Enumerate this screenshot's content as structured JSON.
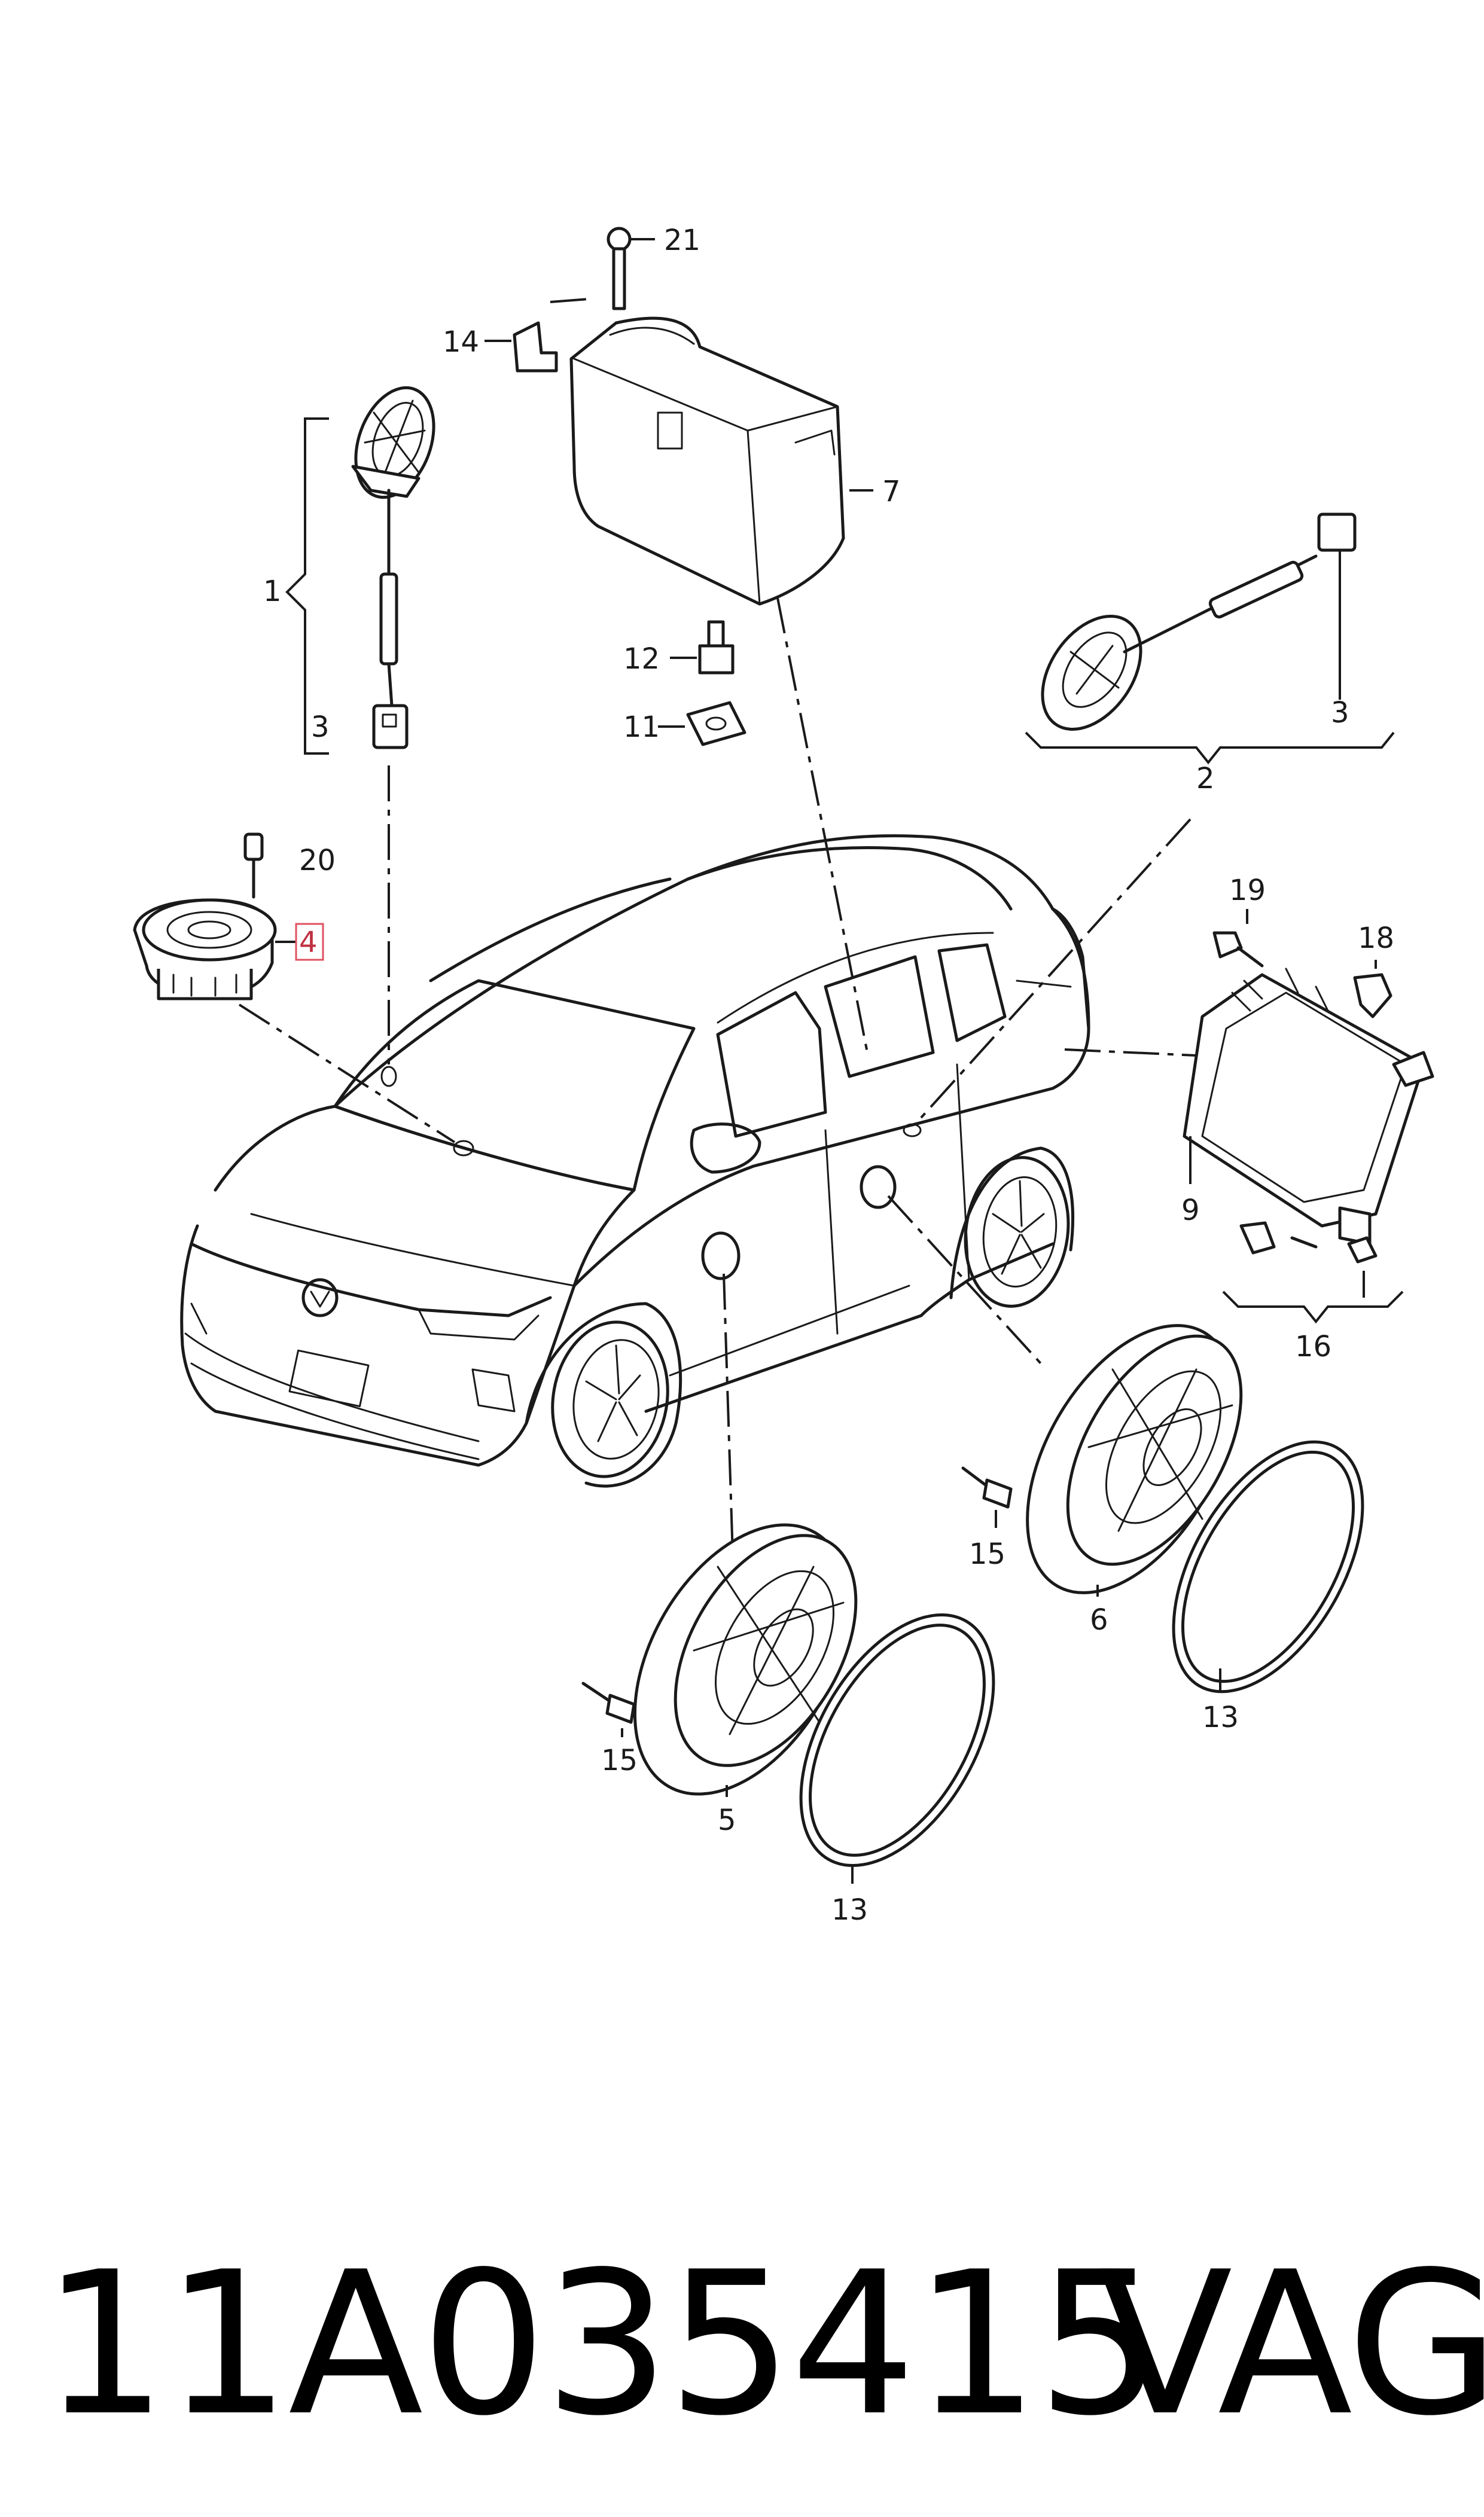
{
  "callouts": {
    "c1": "1",
    "c2": "2",
    "c3a": "3",
    "c3b": "3",
    "c4": "4",
    "c5": "5",
    "c6": "6",
    "c7": "7",
    "c9": "9",
    "c11": "11",
    "c12": "12",
    "c13a": "13",
    "c13b": "13",
    "c14": "14",
    "c15a": "15",
    "c15b": "15",
    "c16": "16",
    "c18": "18",
    "c19": "19",
    "c20": "20",
    "c21": "21"
  },
  "highlighted_callout": "4",
  "footer": {
    "part_number": "11A035415",
    "brand": "VAG"
  }
}
